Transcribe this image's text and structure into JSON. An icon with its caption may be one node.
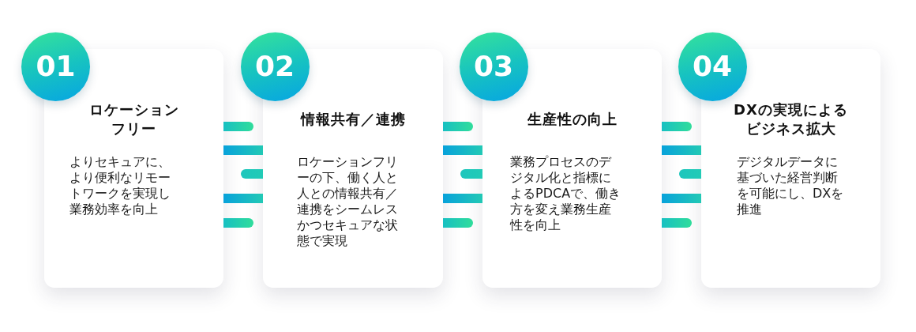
{
  "diagram": {
    "nodes": [
      {
        "text": [
          "01"
        ]
      },
      {
        "text": [
          "ロケーションフリー",
          "よりセキュアに、より便利なリモートワークを実現し業務効率を向上"
        ]
      },
      {
        "text": [
          "02"
        ]
      },
      {
        "text": [
          "情報共有／連携",
          "ロケーションフリーの下、働く人と人との情報共有／連携をシームレスかつセキュアな状態で実現"
        ]
      },
      {
        "text": [
          "03"
        ]
      },
      {
        "text": [
          "生産性の向上",
          "業務プロセスのデジタル化と指標によるPDCAで、働き方を変え業務生産性を向上"
        ]
      },
      {
        "text": [
          "04"
        ]
      },
      {
        "text": [
          "DXの実現によるビジネス拡大",
          "デジタルデータに基づいた経営判断を可能にし、DXを推進"
        ]
      }
    ]
  }
}
